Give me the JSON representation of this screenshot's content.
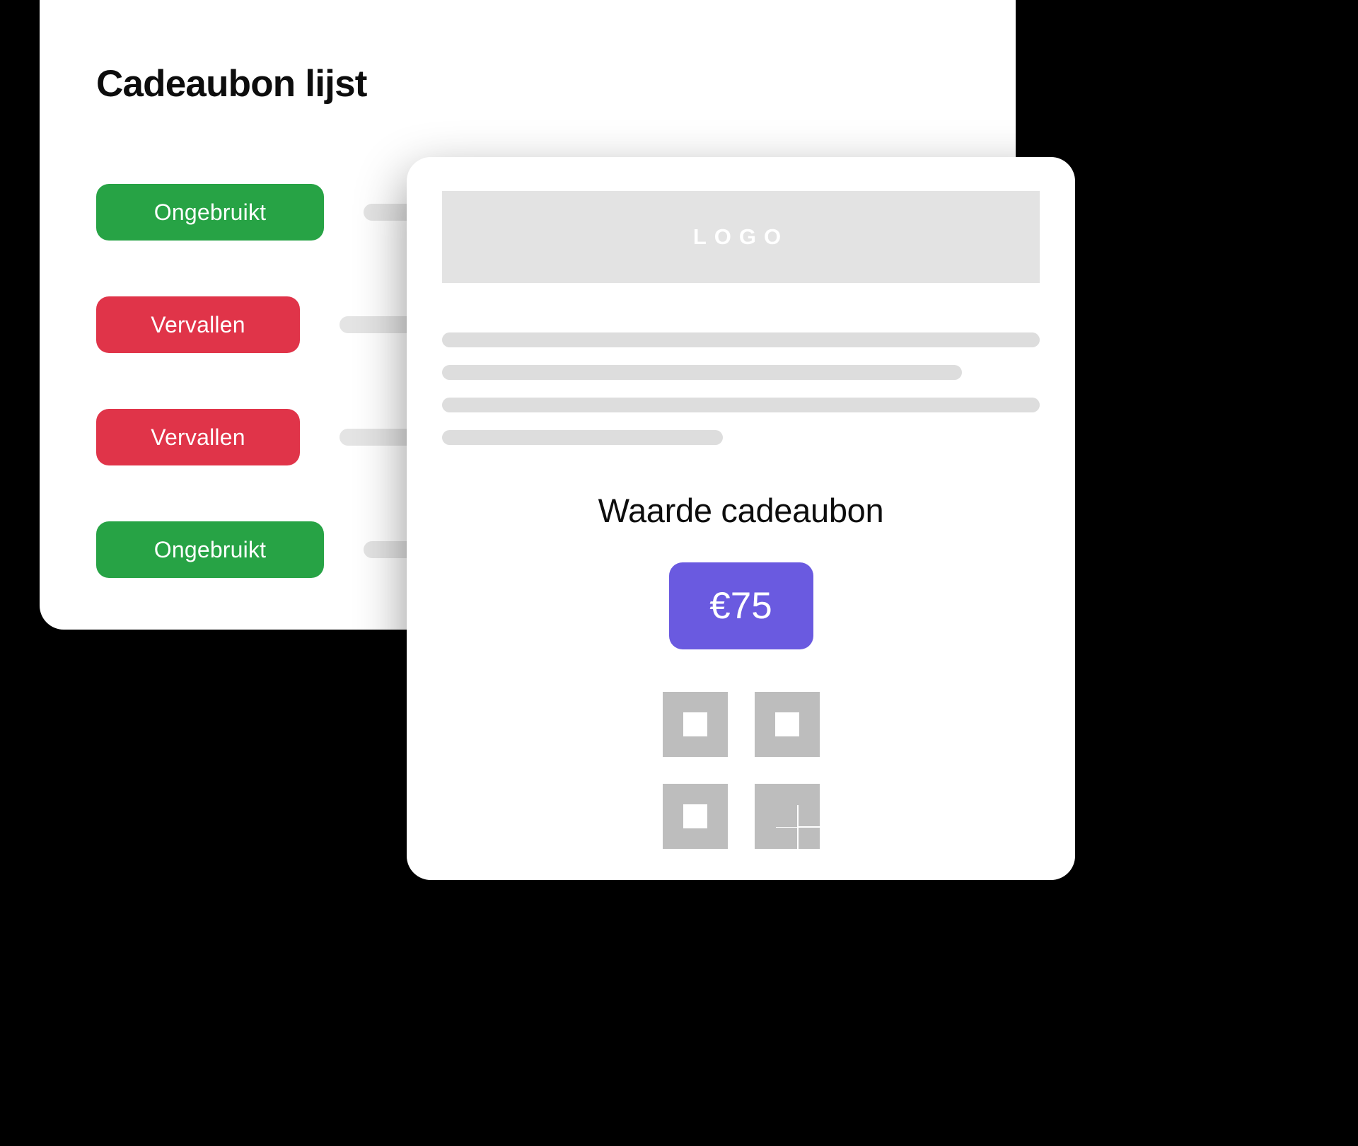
{
  "page": {
    "background_color": "#000000"
  },
  "list_card": {
    "title": "Cadeaubon lijst",
    "rows": [
      {
        "status_label": "Ongebruikt",
        "status_type": "unused",
        "color": "#27a345"
      },
      {
        "status_label": "Vervallen",
        "status_type": "expired",
        "color": "#e03449"
      },
      {
        "status_label": "Vervallen",
        "status_type": "expired",
        "color": "#e03449"
      },
      {
        "status_label": "Ongebruikt",
        "status_type": "unused",
        "color": "#27a345"
      }
    ],
    "placeholder_color": "#e4e4e4"
  },
  "detail_card": {
    "logo_placeholder": "LOGO",
    "logo_box_color": "#e3e3e3",
    "skeleton_lines": [
      {
        "width_percent": 100
      },
      {
        "width_percent": 87
      },
      {
        "width_percent": 100
      },
      {
        "width_percent": 47
      }
    ],
    "skeleton_color": "#dddddd",
    "value_heading": "Waarde cadeaubon",
    "value_badge": {
      "amount": "€75",
      "currency_symbol": "€",
      "amount_number": 75,
      "color": "#6a5ae0"
    },
    "qr_code": {
      "name": "qr-code",
      "color": "#bdbdbd"
    }
  }
}
